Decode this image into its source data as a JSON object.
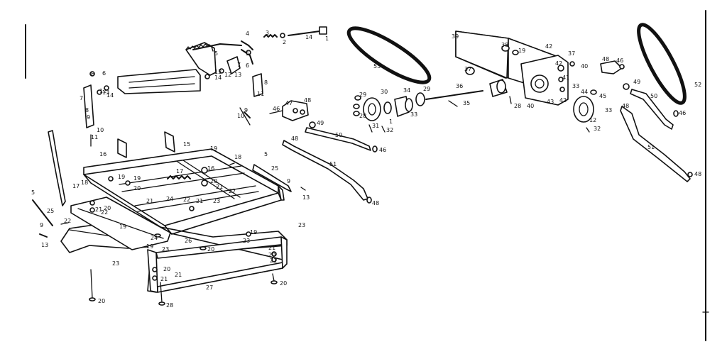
{
  "diagram": {
    "labels": [
      "1",
      "2",
      "3",
      "4",
      "5",
      "6",
      "7",
      "8",
      "9",
      "10",
      "11",
      "12",
      "13",
      "14",
      "15",
      "16",
      "17",
      "18",
      "19",
      "20",
      "21",
      "22",
      "23",
      "24",
      "25",
      "26",
      "27",
      "28",
      "29",
      "30",
      "31",
      "32",
      "33",
      "34",
      "35",
      "36",
      "37",
      "38",
      "39",
      "40",
      "41",
      "42",
      "43",
      "44",
      "45",
      "46",
      "47",
      "48",
      "49",
      "50",
      "51",
      "52",
      "53"
    ]
  }
}
